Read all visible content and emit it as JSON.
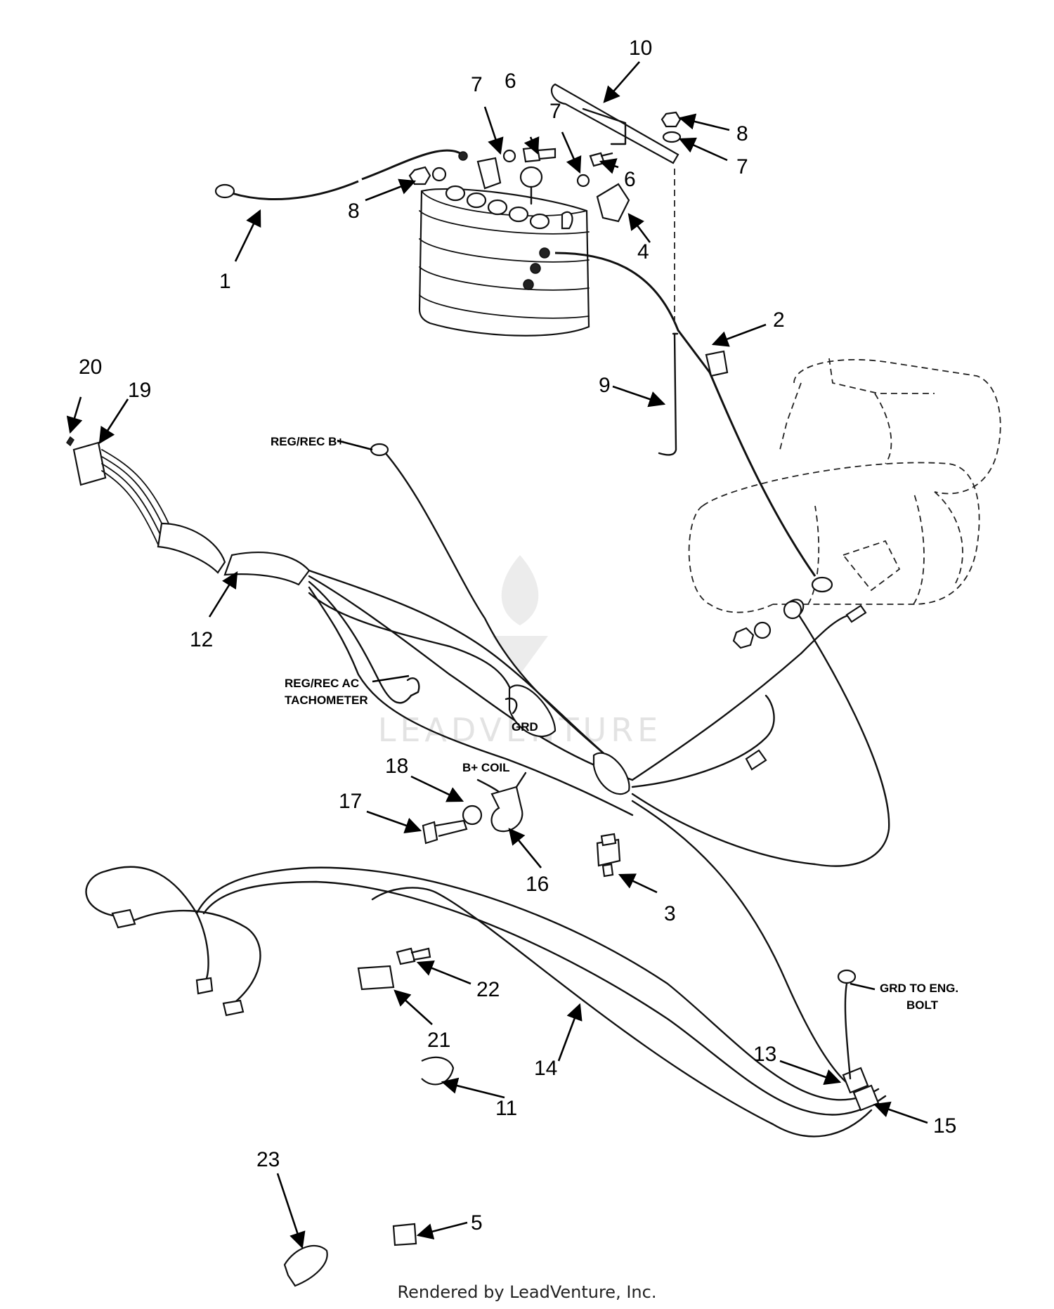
{
  "callouts": [
    "1",
    "2",
    "3",
    "4",
    "5",
    "6",
    "6",
    "7",
    "7",
    "7",
    "8",
    "8",
    "9",
    "10",
    "11",
    "12",
    "13",
    "14",
    "15",
    "16",
    "17",
    "18",
    "19",
    "20",
    "21",
    "22",
    "23"
  ],
  "labels": {
    "reg_rec_b": "REG/REC B+",
    "reg_rec_ac": "REG/REC AC",
    "tachometer": "TACHOMETER",
    "grd": "GRD",
    "b_coil": "B+ COIL",
    "grd_to_eng": "GRD TO ENG.",
    "bolt": "BOLT"
  },
  "watermark": "LEADVENTURE",
  "footer": "Rendered by LeadVenture, Inc."
}
